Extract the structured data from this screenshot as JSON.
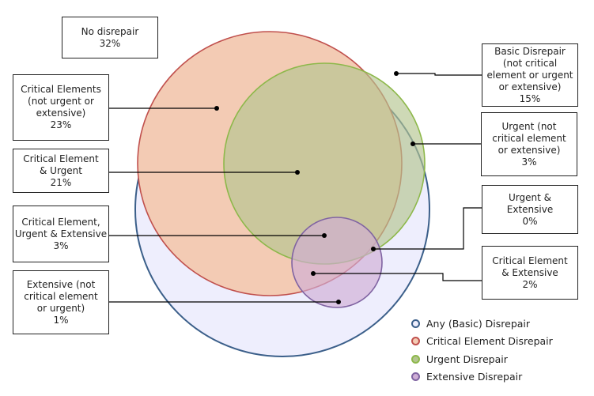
{
  "colors": {
    "any": {
      "fill": "#eeeefd",
      "stroke": "#3b5f8a"
    },
    "critical": {
      "fill": "#f3cbb4",
      "stroke": "#c0504d"
    },
    "urgent": {
      "fill": "#b3c58f",
      "stroke": "#8db84a"
    },
    "extensive": {
      "fill": "#cfaed6",
      "stroke": "#8064a2"
    }
  },
  "labels": {
    "no_disrepair": [
      "No disrepair",
      "32%"
    ],
    "critical_only": [
      "Critical Elements",
      "(not urgent or",
      "extensive)",
      "23%"
    ],
    "critical_urgent": [
      "Critical Element",
      "& Urgent",
      "21%"
    ],
    "critical_urgent_extensive": [
      "Critical Element,",
      "Urgent & Extensive",
      "3%"
    ],
    "extensive_only": [
      "Extensive (not",
      "critical element",
      "or urgent)",
      "1%"
    ],
    "basic_only": [
      "Basic Disrepair",
      "(not critical",
      "element or urgent",
      "or extensive)",
      "15%"
    ],
    "urgent_only": [
      "Urgent (not",
      "critical element",
      "or extensive)",
      "3%"
    ],
    "urgent_extensive": [
      "Urgent &",
      "Extensive",
      "0%"
    ],
    "critical_extensive": [
      "Critical Element",
      "& Extensive",
      "2%"
    ]
  },
  "legend": [
    {
      "label": "Any (Basic) Disrepair",
      "key": "any"
    },
    {
      "label": "Critical Element Disrepair",
      "key": "critical"
    },
    {
      "label": "Urgent Disrepair",
      "key": "urgent"
    },
    {
      "label": "Extensive Disrepair",
      "key": "extensive"
    }
  ]
}
